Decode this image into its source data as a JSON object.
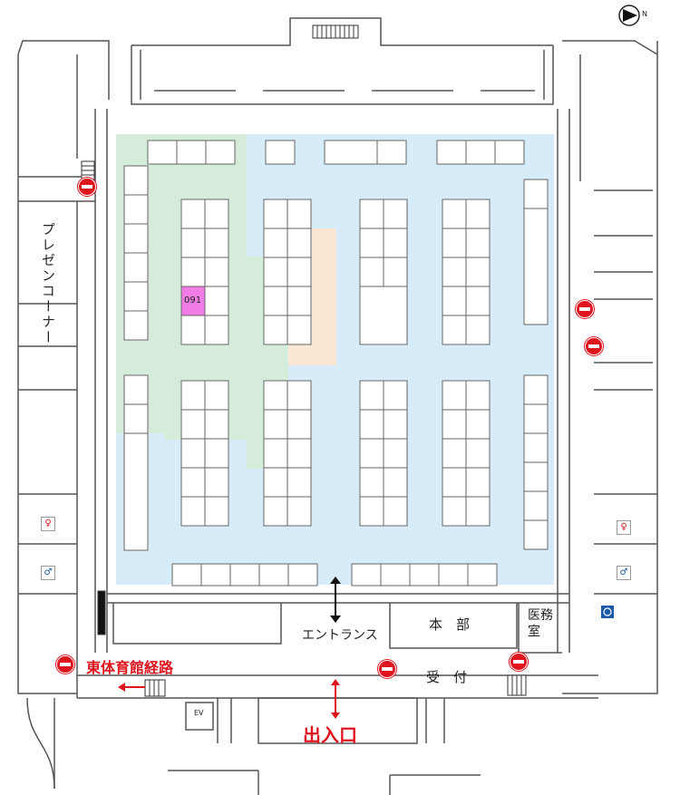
{
  "compass": {
    "label": "N"
  },
  "labels": {
    "presen_corner": "プレゼンコーナー",
    "entrance": "エントランス",
    "honbu": "本　部",
    "imushitsu": "医務\n室",
    "uketsuke": "受　付",
    "east_gym": "東体育館経路",
    "exit": "出入口",
    "elevator": "EV"
  },
  "highlight_booth": {
    "number": "091"
  },
  "colors": {
    "zone_green": "#d4ecd9",
    "zone_blue": "#d6ecf8",
    "zone_orange": "#fbe7d4",
    "highlight": "#f07ce6",
    "wall": "#555555",
    "red": "#e0141e"
  },
  "icons": {
    "no_entry": "no-entry-icon",
    "toilet_female": "toilet-female-icon",
    "toilet_male": "toilet-male-icon",
    "wheelchair": "wheelchair-icon",
    "compass": "compass-north-icon",
    "arrow_double": "double-arrow-icon"
  }
}
